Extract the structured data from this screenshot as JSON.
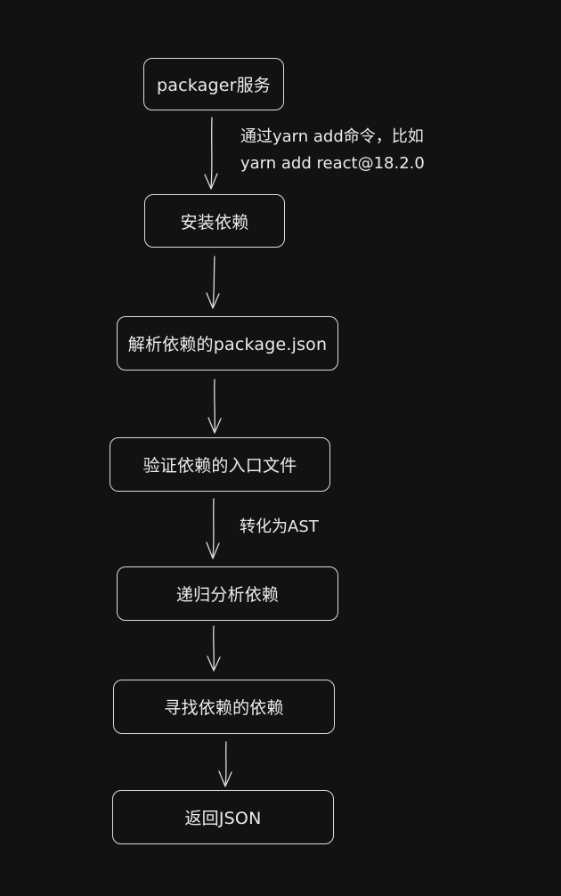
{
  "diagram": {
    "nodes": [
      {
        "id": "packager",
        "text": "packager服务"
      },
      {
        "id": "install",
        "text": "安装依赖"
      },
      {
        "id": "parse",
        "text": "解析依赖的package.json"
      },
      {
        "id": "verify",
        "text": "验证依赖的入口文件"
      },
      {
        "id": "recurse",
        "text": "递归分析依赖"
      },
      {
        "id": "find",
        "text": "寻找依赖的依赖"
      },
      {
        "id": "return",
        "text": "返回JSON"
      }
    ],
    "edge_labels": {
      "install_line1": "通过yarn add命令，比如",
      "install_line2": "yarn add react@18.2.0",
      "ast": "转化为AST"
    },
    "colors": {
      "background": "#121212",
      "stroke": "#dcdcdc",
      "text": "#ececec"
    }
  }
}
